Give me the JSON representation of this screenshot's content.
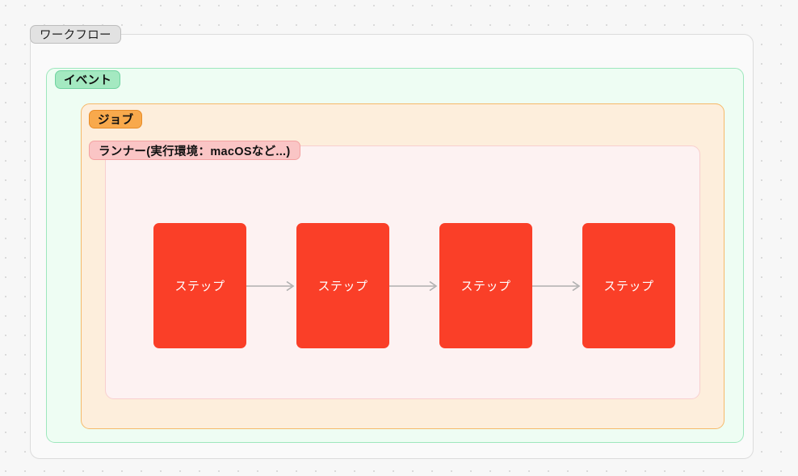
{
  "canvas": {
    "background_color": "#f7f7f7",
    "grid": "dotted"
  },
  "diagram": {
    "type": "nested-containers-flow",
    "orientation": "horizontal",
    "containers": [
      {
        "key": "workflow",
        "label": "ワークフロー",
        "label_bg": "#e2e2e2",
        "label_border": "#bdbdbd",
        "body_bg": "#fafafa",
        "body_border": "#dcdcdc"
      },
      {
        "key": "event",
        "label": "イベント",
        "label_bg": "#a4e9c1",
        "label_border": "#6fd3a0",
        "body_bg": "#eefdf3",
        "body_border": "#9ee7bd"
      },
      {
        "key": "job",
        "label": "ジョブ",
        "label_bg": "#f8a94c",
        "label_border": "#e98c27",
        "body_bg": "#fdeedc",
        "body_border": "#f6b969"
      },
      {
        "key": "runner",
        "label": "ランナー(実行環境：macOSなど...)",
        "label_bg": "#fac5c5",
        "label_border": "#f3a2a2",
        "body_bg": "#fdf2f2",
        "body_border": "#f8cfcf"
      }
    ],
    "steps": {
      "count": 4,
      "fill_color": "#fa3f28",
      "text_color": "#ffffff",
      "arrow_color": "#b0b0b0",
      "items": [
        {
          "label": "ステップ"
        },
        {
          "label": "ステップ"
        },
        {
          "label": "ステップ"
        },
        {
          "label": "ステップ"
        }
      ]
    }
  }
}
